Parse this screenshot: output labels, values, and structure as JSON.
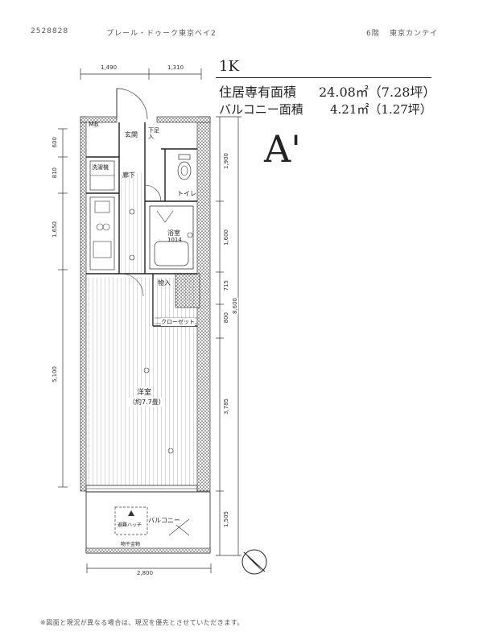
{
  "header": {
    "code": "2528828",
    "building": "プレール・ドゥーク東京ベイ2",
    "floor_room": "6階",
    "agency": "東京カンテイ"
  },
  "plan": {
    "layout_type": "1K",
    "unit_type": "A'",
    "living_area_label": "住居専有面積",
    "living_area_value": "24.08㎡（7.28坪）",
    "balcony_area_label": "バルコニー面積",
    "balcony_area_value": "4.21㎡（1.27坪）"
  },
  "rooms": {
    "entrance": "玄関",
    "shoe_box": "下足入",
    "mb": "MB",
    "corridor": "廊下",
    "washer": "洗濯機",
    "toilet": "トイレ",
    "bath": "浴室",
    "bath_size": "1014",
    "storage": "物入",
    "closet": "クローゼット",
    "western_room": "洋室",
    "western_size": "（約7.7畳）",
    "balcony": "バルコニー",
    "hatch": "避難ハッチ",
    "floor_hardware": "物干金物"
  },
  "dimensions": {
    "top_left": "1,490",
    "top_right": "1,310",
    "bottom": "2,800",
    "left": [
      "600",
      "810",
      "1,650",
      "5,100"
    ],
    "right": [
      "1,900",
      "1,600",
      "715",
      "800",
      "3,785",
      "1,505"
    ],
    "right_total": "8,600"
  },
  "footer": {
    "note": "※図面と現況が異なる場合は、現況を優先とさせていただきます。"
  }
}
